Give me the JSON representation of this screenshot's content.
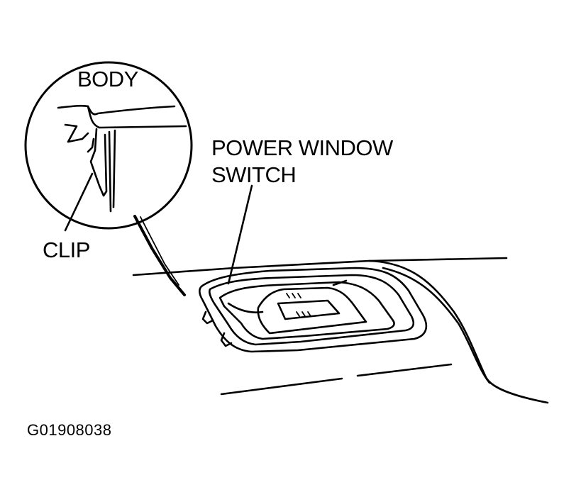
{
  "labels": {
    "body": "BODY",
    "clip": "CLIP",
    "switch_line1": "POWER WINDOW",
    "switch_line2": "SWITCH"
  },
  "figure_code": "G01908038",
  "colors": {
    "ink": "#000000",
    "paper": "#ffffff"
  }
}
